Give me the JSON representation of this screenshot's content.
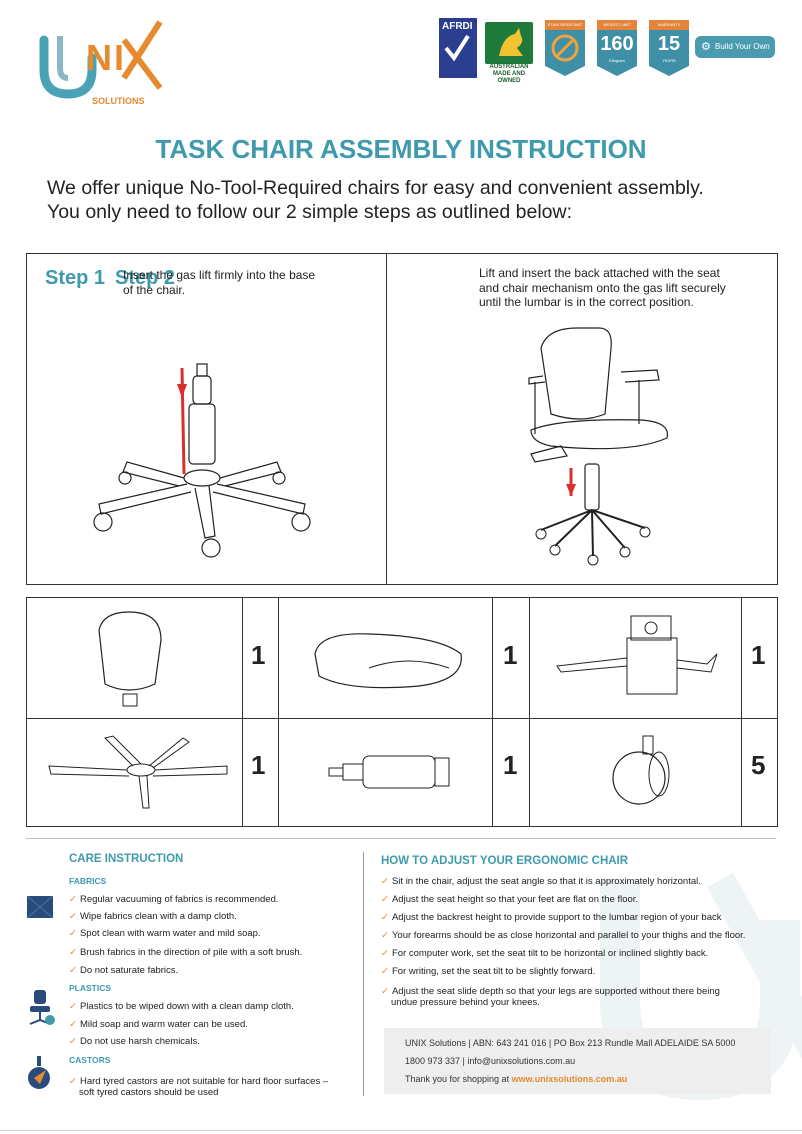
{
  "header": {
    "logo_text": "UNIX",
    "logo_sub": "SOLUTIONS",
    "badges": {
      "afrdi": "AFRDI",
      "aus_made": "AUSTRALIAN MADE AND OWNED",
      "shield1_top": "STAIN RESISTANT",
      "shield2_top": "WEIGHT LIMIT",
      "shield2_num": "160",
      "shield2_unit": "Kilogram",
      "shield3_top": "WARRANTY",
      "shield3_num": "15",
      "shield3_unit": "YEARS",
      "build_label": "Build Your Own"
    }
  },
  "title": "TASK CHAIR ASSEMBLY INSTRUCTION",
  "intro": {
    "line1": "We offer unique No-Tool-Required chairs for easy and convenient assembly.",
    "line2": "You only need to follow our 2 simple steps as outlined below:"
  },
  "steps": {
    "step1_label": "Step 1",
    "step1_text_l1": "Insert the gas lift firmly into the base",
    "step1_text_l2": "of the chair.",
    "step2_label": "Step 2",
    "step2_text_l1": "Lift and insert the back attached with the seat",
    "step2_text_l2": "and chair mechanism onto the gas lift securely",
    "step2_text_l3": "until the lumbar is in the correct position."
  },
  "parts": [
    {
      "name": "backrest",
      "qty": "1"
    },
    {
      "name": "seat",
      "qty": "1"
    },
    {
      "name": "mechanism",
      "qty": "1"
    },
    {
      "name": "base",
      "qty": "1"
    },
    {
      "name": "gas-lift",
      "qty": "1"
    },
    {
      "name": "castor",
      "qty": "5"
    }
  ],
  "care": {
    "heading": "CARE INSTRUCTION",
    "fabrics_head": "FABRICS",
    "fabrics": [
      "Regular vacuuming of fabrics is recommended.",
      "Wipe fabrics clean with a damp cloth.",
      "Spot clean with warm water and mild soap.",
      "Brush fabrics in the direction of pile with a soft brush.",
      "Do not saturate fabrics."
    ],
    "plastics_head": "PLASTICS",
    "plastics": [
      "Plastics to be wiped down with a clean damp cloth.",
      "Mild soap and warm water can be used.",
      "Do not use harsh chemicals."
    ],
    "castors_head": "CASTORS",
    "castors_l1": "Hard tyred castors are not suitable for hard floor surfaces –",
    "castors_l2": "soft tyred castors should be used"
  },
  "ergonomic": {
    "heading": "HOW TO ADJUST YOUR ERGONOMIC CHAIR",
    "items": [
      "Sit in the chair, adjust the seat angle so that it is approximately horizontal.",
      "Adjust the seat height so that your feet are flat on the floor.",
      "Adjust the backrest height to provide support to the lumbar region of your back",
      "Your forearms should be as close horizontal and parallel to your thighs and the floor.",
      "For computer work, set the seat tilt to be horizontal or inclined slightly back.",
      "For writing, set the seat tilt to be slightly forward."
    ],
    "last_l1": "Adjust the seat slide depth so that your legs are supported without there being",
    "last_l2": "undue pressure behind your knees."
  },
  "contact": {
    "line1": "UNIX Solutions | ABN: 643 241 016 | PO Box 213 Rundle Mall ADELAIDE SA 5000",
    "line2": "1800 973 337 | info@unixsolutions.com.au",
    "line3_prefix": "Thank you for shopping at",
    "website": "www.unixsolutions.com.au"
  },
  "colors": {
    "accent_teal": "#3f9aae",
    "accent_orange": "#e58a2f",
    "arrow_red": "#d9302c"
  }
}
